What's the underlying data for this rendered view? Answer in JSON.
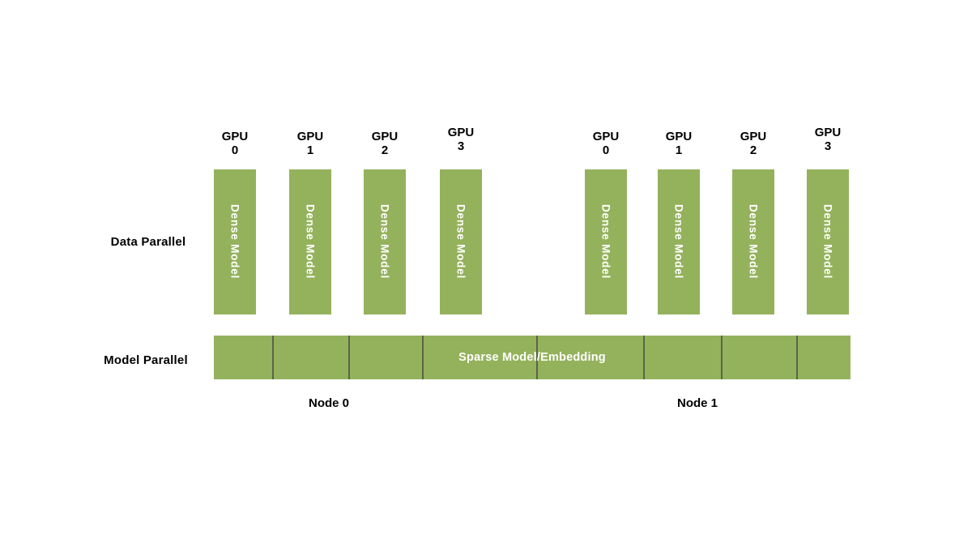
{
  "colors": {
    "background": "#ffffff",
    "bar_green": "#94b25c",
    "divider_line": "#5a644b",
    "label_text": "#000000",
    "bar_text": "#ffffff"
  },
  "rows": {
    "data_parallel_label": "Data Parallel",
    "model_parallel_label": "Model Parallel"
  },
  "gpu_columns": [
    {
      "line1": "GPU",
      "line2": "0",
      "bar_label": "Dense Model"
    },
    {
      "line1": "GPU",
      "line2": "1",
      "bar_label": "Dense Model"
    },
    {
      "line1": "GPU",
      "line2": "2",
      "bar_label": "Dense Model"
    },
    {
      "line1": "GPU",
      "line2": "3",
      "bar_label": "Dense Model"
    },
    {
      "line1": "GPU",
      "line2": "0",
      "bar_label": "Dense Model"
    },
    {
      "line1": "GPU",
      "line2": "1",
      "bar_label": "Dense Model"
    },
    {
      "line1": "GPU",
      "line2": "2",
      "bar_label": "Dense Model"
    },
    {
      "line1": "GPU",
      "line2": "3",
      "bar_label": "Dense Model"
    }
  ],
  "sparse_bar": {
    "label": "Sparse Model/Embedding",
    "segments": 8
  },
  "nodes": [
    {
      "label": "Node 0"
    },
    {
      "label": "Node 1"
    }
  ]
}
